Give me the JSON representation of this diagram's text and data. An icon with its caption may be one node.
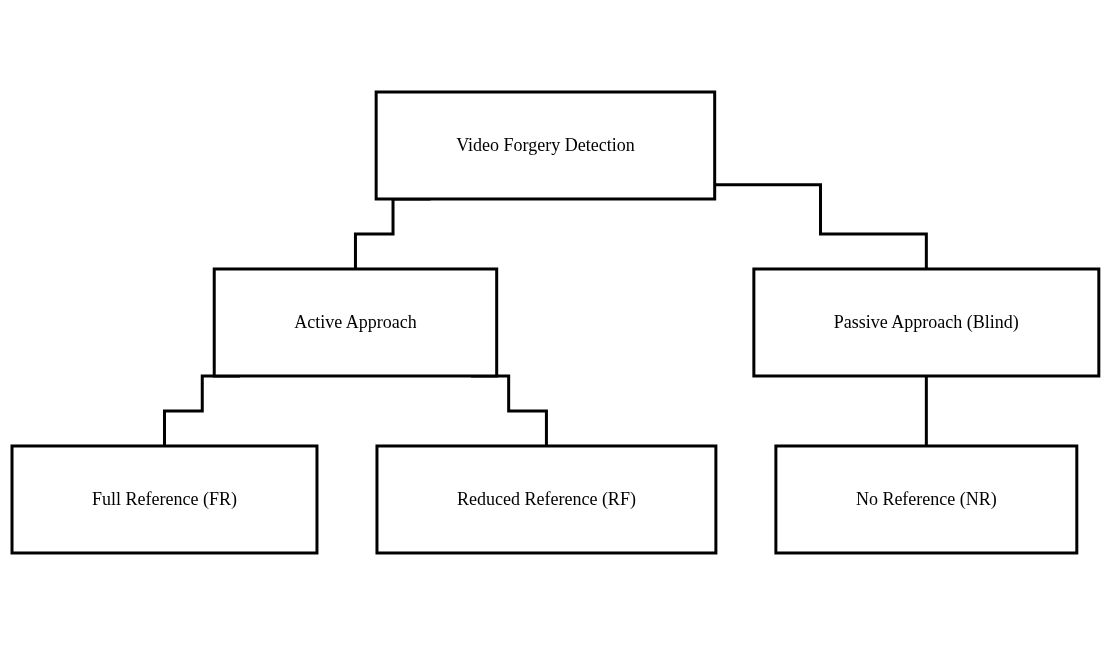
{
  "diagram": {
    "nodes": [
      {
        "text": [
          "Video Forgery Detection"
        ]
      },
      {
        "text": [
          "Active Approach"
        ]
      },
      {
        "text": [
          "Passive Approach (Blind)"
        ]
      },
      {
        "text": [
          "Full Reference (FR)"
        ]
      },
      {
        "text": [
          "Reduced Reference (RF)"
        ]
      },
      {
        "text": [
          "No Reference (NR)"
        ]
      }
    ],
    "edges": [
      {
        "from": 0,
        "to": 1,
        "arrow": "none"
      },
      {
        "from": 0,
        "to": 2,
        "arrow": "none"
      },
      {
        "from": 1,
        "to": 3,
        "arrow": "none"
      },
      {
        "from": 1,
        "to": 4,
        "arrow": "none"
      },
      {
        "from": 2,
        "to": 5,
        "arrow": "none"
      }
    ]
  }
}
